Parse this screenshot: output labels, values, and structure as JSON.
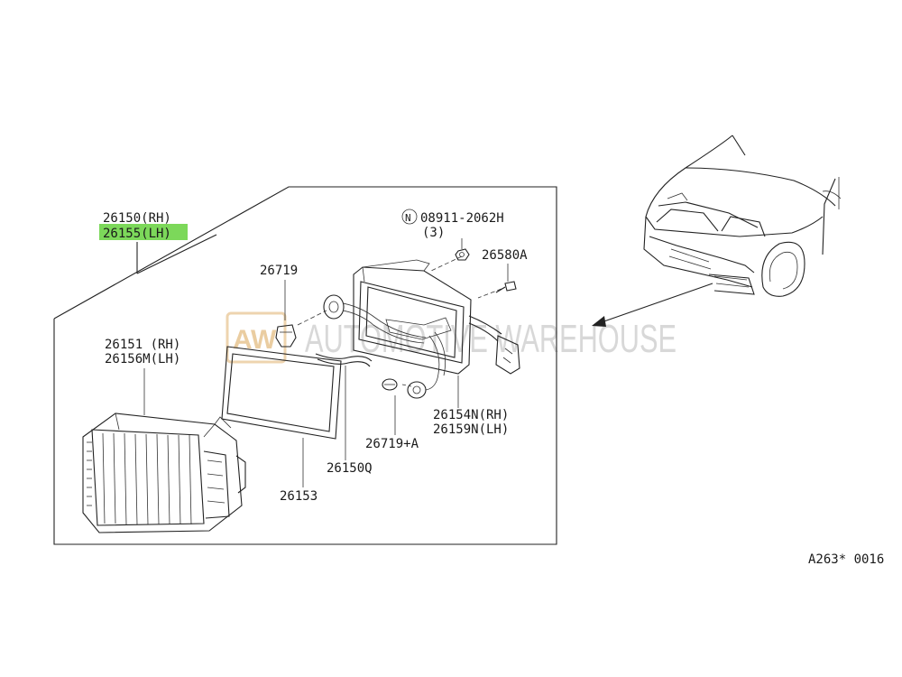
{
  "diagram": {
    "labels": {
      "assembly_rh": "26150(RH)",
      "assembly_lh": "26155(LH)",
      "lens_rh": "26151 (RH)",
      "lens_lh": "26156M(LH)",
      "bulb": "26719",
      "nut_part": "08911-2062H",
      "nut_qty": "(3)",
      "nut_symbol": "N",
      "screw": "26580A",
      "housing_rh": "26154N(RH)",
      "housing_lh": "26159N(LH)",
      "bulb_small": "26719+A",
      "seal": "26150Q",
      "gasket": "26153",
      "figure_code": "A263* 0016"
    },
    "watermark": {
      "logo": "AW",
      "text": "AUTOMOTIVE WAREHOUSE"
    },
    "colors": {
      "highlight": "#7cd85a",
      "line": "#222222"
    }
  }
}
